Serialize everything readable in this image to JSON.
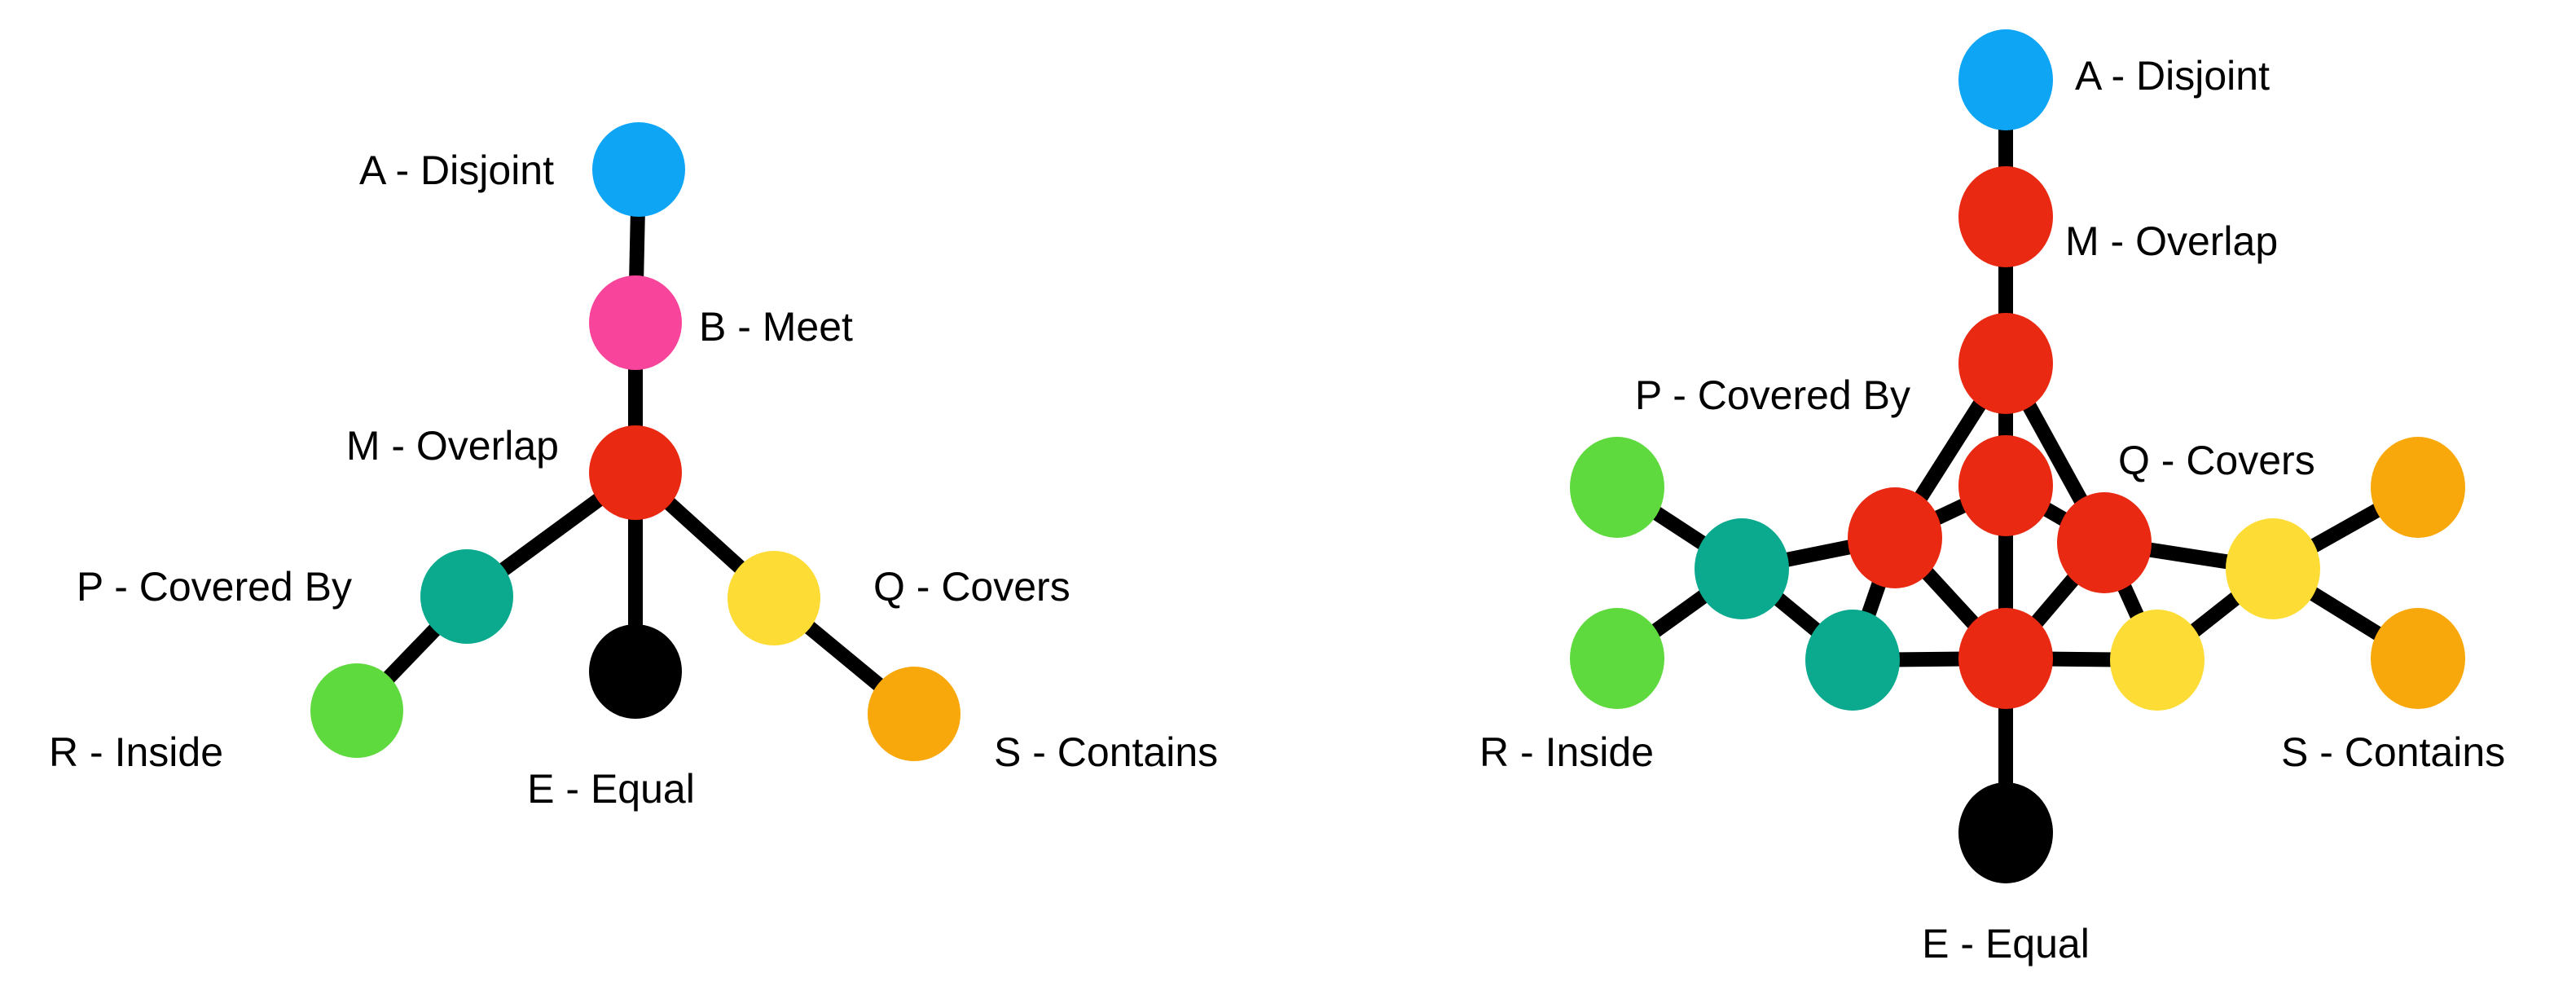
{
  "colors": {
    "edge": "#000000",
    "blue": "#0ea5f5",
    "pink": "#f8459b",
    "red": "#ea2912",
    "teal": "#0ba98e",
    "green": "#5fda3e",
    "yellow": "#fddd35",
    "orange": "#f9a80c",
    "black": "#000000"
  },
  "left_graph": {
    "labels": {
      "disjoint": "A - Disjoint",
      "meet": "B - Meet",
      "overlap": "M - Overlap",
      "covered_by": "P - Covered By",
      "covers": "Q - Covers",
      "inside": "R - Inside",
      "equal": "E - Equal",
      "contains": "S - Contains"
    }
  },
  "right_graph": {
    "labels": {
      "disjoint": "A - Disjoint",
      "overlap": "M - Overlap",
      "covered_by": "P - Covered By",
      "covers": "Q - Covers",
      "inside": "R - Inside",
      "contains": "S - Contains",
      "equal": "E - Equal"
    }
  }
}
